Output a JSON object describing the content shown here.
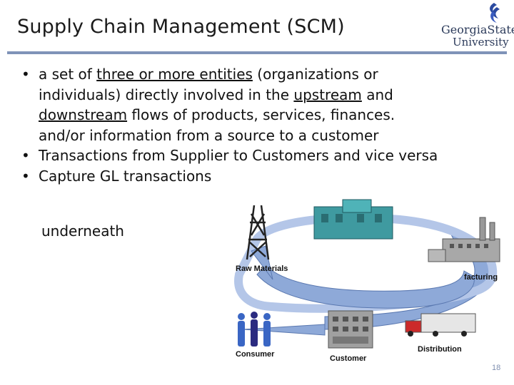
{
  "slide": {
    "title": "Supply Chain Management (SCM)",
    "logo": {
      "line1": "GeorgiaState",
      "line2": "University"
    },
    "bullets": [
      {
        "text_parts": [
          "a set of ",
          "three or more entities",
          " (organizations or individuals) directly involved in the ",
          "upstream",
          " and ",
          "downstream",
          " flows of products, services, finances. and/or information from a source to a customer"
        ],
        "line1_a": "a set of ",
        "line1_u": "three or more entities",
        "line1_b": " (organizations or",
        "line2_a": "individuals) directly involved in the ",
        "line2_u": "upstream",
        "line2_b": " and",
        "line3_u": "downstream",
        "line3_b": " flows of products, services, finances.",
        "line4": "and/or information from a source to a customer"
      },
      {
        "text": "Transactions from Supplier to Customers and vice versa"
      },
      {
        "text": "Capture GL transactions"
      }
    ],
    "sub_text": "underneath",
    "diagram_labels": {
      "raw_materials": "Raw Materials",
      "manufacturing": "facturing",
      "distribution": "Distribution",
      "customer": "Customer",
      "consumer": "Consumer"
    },
    "page_number": "18",
    "colors": {
      "rule": "#7f93b8",
      "arrow": "#8ea9d8",
      "arrow_dark": "#5a78b0"
    }
  }
}
